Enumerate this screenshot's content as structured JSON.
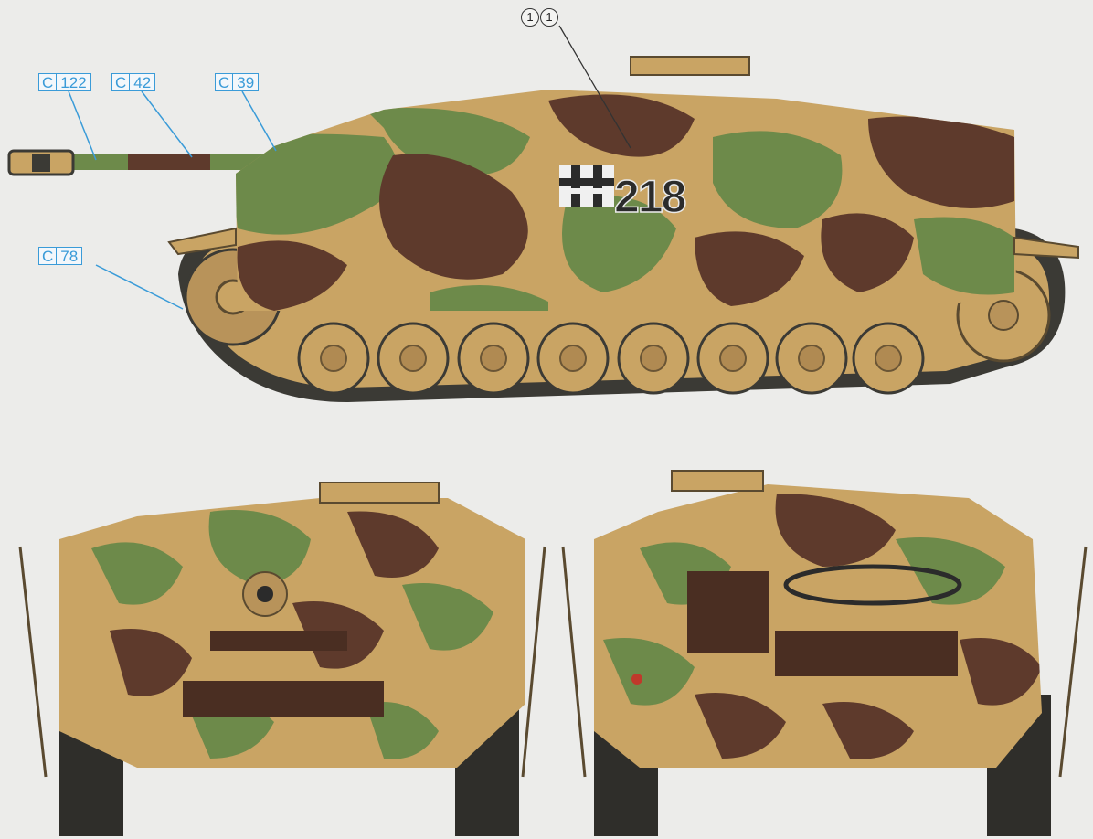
{
  "callouts": [
    {
      "letter": "C",
      "num": "122"
    },
    {
      "letter": "C",
      "num": "42"
    },
    {
      "letter": "C",
      "num": "39"
    },
    {
      "letter": "C",
      "num": "78"
    }
  ],
  "marking_ref": [
    "1",
    "1"
  ],
  "tactical_number": "218",
  "colors": {
    "sand": "#c9a464",
    "green": "#6d8a4a",
    "brown": "#5e3a2c",
    "track": "#3b3a35",
    "leader": "#3a9bd8"
  }
}
